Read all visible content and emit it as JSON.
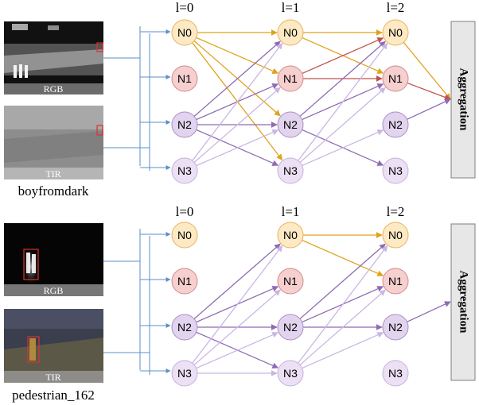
{
  "panels": [
    {
      "sequence_name": "boyfromdark",
      "rgb_label": "RGB",
      "tir_label": "TIR",
      "aggregation_label": "Aggregation",
      "layer_labels": [
        "l=0",
        "l=1",
        "l=2"
      ],
      "node_labels": [
        "N0",
        "N1",
        "N2",
        "N3"
      ]
    },
    {
      "sequence_name": "pedestrian_162",
      "rgb_label": "RGB",
      "tir_label": "TIR",
      "aggregation_label": "Aggregation",
      "layer_labels": [
        "l=0",
        "l=1",
        "l=2"
      ],
      "node_labels": [
        "N0",
        "N1",
        "N2",
        "N3"
      ]
    }
  ],
  "colors": {
    "N0": {
      "fill": "#fde9c4",
      "stroke": "#e6b35a",
      "edge": "#e0a21a"
    },
    "N1": {
      "fill": "#f6cfcf",
      "stroke": "#d48a8a",
      "edge": "#c0504d"
    },
    "N2": {
      "fill": "#e2d4ee",
      "stroke": "#a98dc4",
      "edge": "#8e6bb4"
    },
    "N3": {
      "fill": "#ebe0f4",
      "stroke": "#c6b0dc",
      "edge": "#c9b6e2"
    },
    "input_line": "#5b8fc9",
    "aggregation_fill": "#e7e7e7",
    "aggregation_stroke": "#7f7f7f"
  }
}
